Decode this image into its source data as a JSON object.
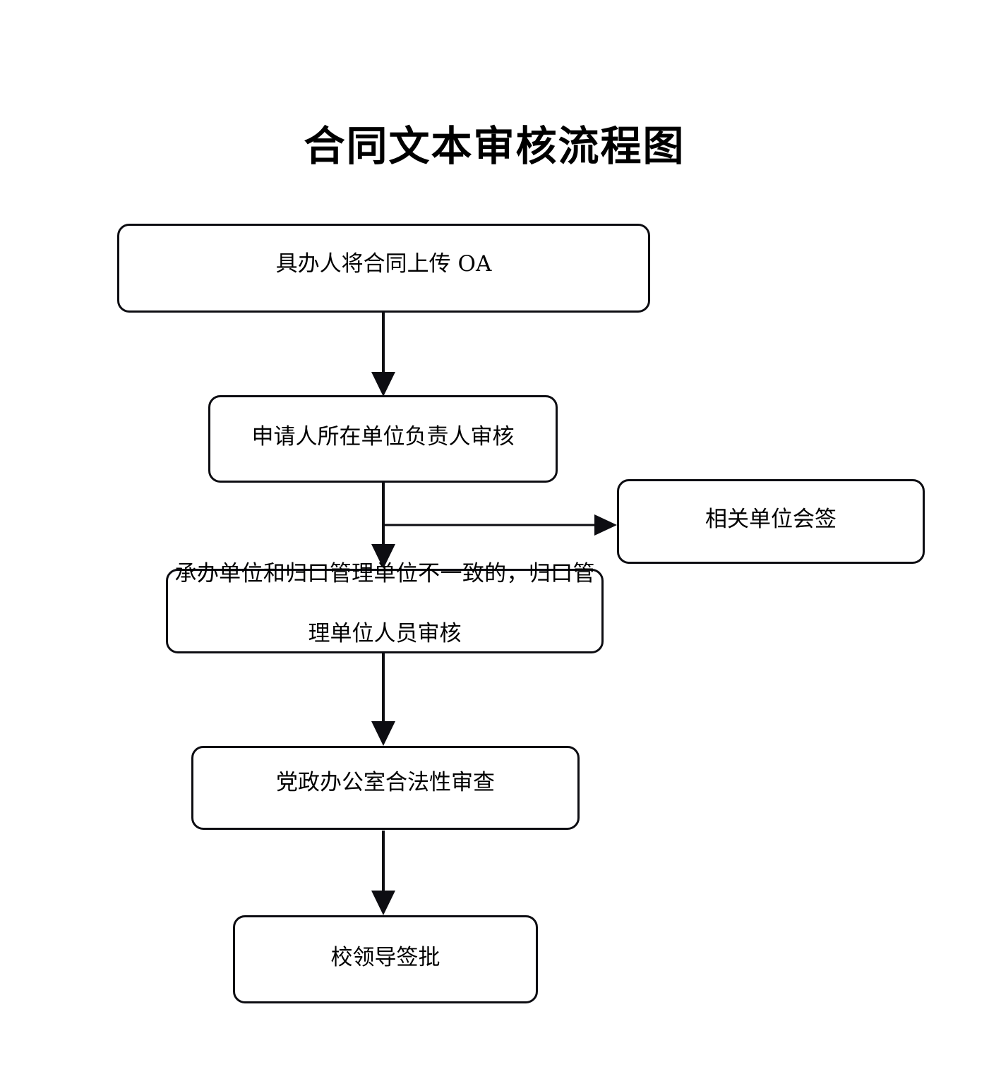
{
  "title": "合同文本审核流程图",
  "colors": {
    "stroke": "#0d0d12",
    "fill": "#ffffff",
    "text": "#000000"
  },
  "nodes": {
    "upload": {
      "label": "具办人将合同上传 OA"
    },
    "unit_head": {
      "label": "申请人所在单位负责人审核"
    },
    "cosign": {
      "label": "相关单位会签"
    },
    "mgmt_review": {
      "label": "承办单位和归口管理单位不一致的，归口管理单位人员审核",
      "line1": "承办单位和归口管理单位不一致的，归口管",
      "line2": "理单位人员审核"
    },
    "legal": {
      "label": "党政办公室合法性审查"
    },
    "leader": {
      "label": "校领导签批"
    }
  },
  "connectors": [
    {
      "name": "upload-to-unit-head",
      "from": "upload",
      "to": "unit_head",
      "direction": "down",
      "label": ""
    },
    {
      "name": "unit-head-to-mgmt-review",
      "from": "unit_head",
      "to": "mgmt_review",
      "direction": "down",
      "label": ""
    },
    {
      "name": "unit-head-to-cosign",
      "from": "unit_head",
      "to": "cosign",
      "direction": "right",
      "label": ""
    },
    {
      "name": "mgmt-review-to-legal",
      "from": "mgmt_review",
      "to": "legal",
      "direction": "down",
      "label": ""
    },
    {
      "name": "legal-to-leader",
      "from": "legal",
      "to": "leader",
      "direction": "down",
      "label": ""
    }
  ],
  "chart_data": {
    "type": "diagram",
    "title": "合同文本审核流程图",
    "diagram_kind": "flowchart",
    "orientation": "top-to-bottom",
    "steps": [
      "具办人将合同上传 OA",
      "申请人所在单位负责人审核",
      "承办单位和归口管理单位不一致的，归口管理单位人员审核",
      "党政办公室合法性审查",
      "校领导签批"
    ],
    "side_steps": [
      "相关单位会签"
    ],
    "edges": [
      [
        "具办人将合同上传 OA",
        "申请人所在单位负责人审核"
      ],
      [
        "申请人所在单位负责人审核",
        "相关单位会签"
      ],
      [
        "申请人所在单位负责人审核",
        "承办单位和归口管理单位不一致的，归口管理单位人员审核"
      ],
      [
        "承办单位和归口管理单位不一致的，归口管理单位人员审核",
        "党政办公室合法性审查"
      ],
      [
        "党政办公室合法性审查",
        "校领导签批"
      ]
    ]
  }
}
